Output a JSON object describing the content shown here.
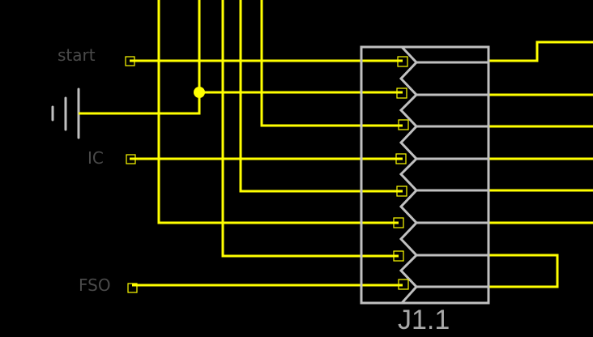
{
  "schematic": {
    "net_labels": {
      "start": "start",
      "ic": "IC",
      "fso": "FSO"
    },
    "component": {
      "reference": "J1.1",
      "pin_count": 8
    },
    "colors": {
      "wire": "#ffff00",
      "component": "#c0c0c0",
      "label": "#4a4a4a",
      "background": "#000000"
    }
  }
}
